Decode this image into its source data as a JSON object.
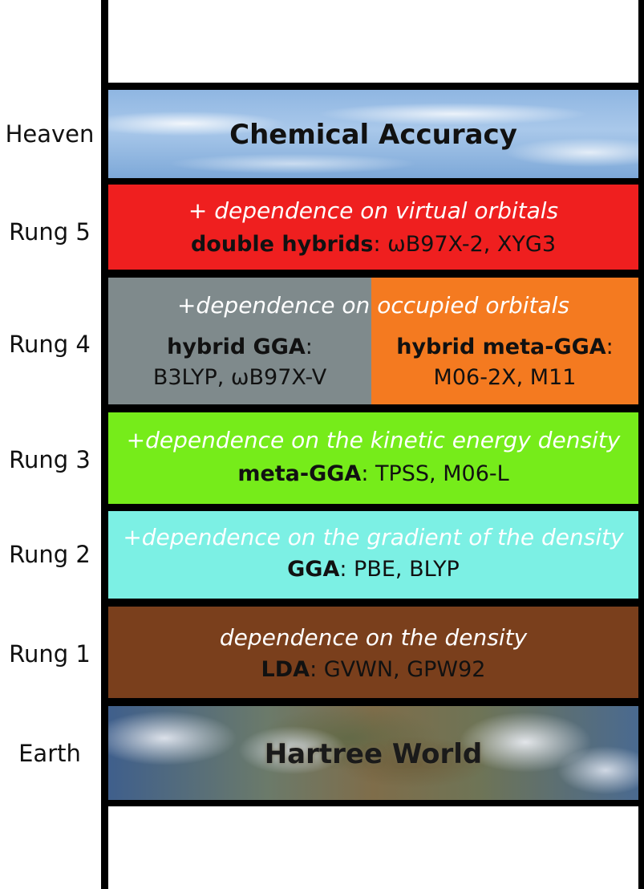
{
  "rungs": {
    "heaven": {
      "label": "Heaven",
      "title": "Chemical Accuracy"
    },
    "rung5": {
      "label": "Rung 5",
      "description": "+ dependence on virtual orbitals",
      "family": "double hybrids",
      "examples": ": ωB97X-2, XYG3",
      "color": "#ef1f1f"
    },
    "rung4": {
      "label": "Rung 4",
      "description": "+dependence on occupied orbitals",
      "left": {
        "family": "hybrid GGA",
        "suffix": ":",
        "examples": "B3LYP, ωB97X-V",
        "color": "#7f8a8c"
      },
      "right": {
        "family": "hybrid meta-GGA",
        "suffix": ":",
        "examples": "M06-2X, M11",
        "color": "#f47a20"
      }
    },
    "rung3": {
      "label": "Rung 3",
      "description": "+dependence on the kinetic energy density",
      "family": "meta-GGA",
      "examples": ": TPSS, M06-L",
      "color": "#76ec1a"
    },
    "rung2": {
      "label": "Rung 2",
      "description": "+dependence on the gradient of the density",
      "family": "GGA",
      "examples": ": PBE, BLYP",
      "color": "#7cf0e4"
    },
    "rung1": {
      "label": "Rung 1",
      "description": "dependence on the density",
      "family": "LDA",
      "examples": ": GVWN, GPW92",
      "color": "#7a3f1c"
    },
    "earth": {
      "label": "Earth",
      "title": "Hartree World"
    }
  }
}
